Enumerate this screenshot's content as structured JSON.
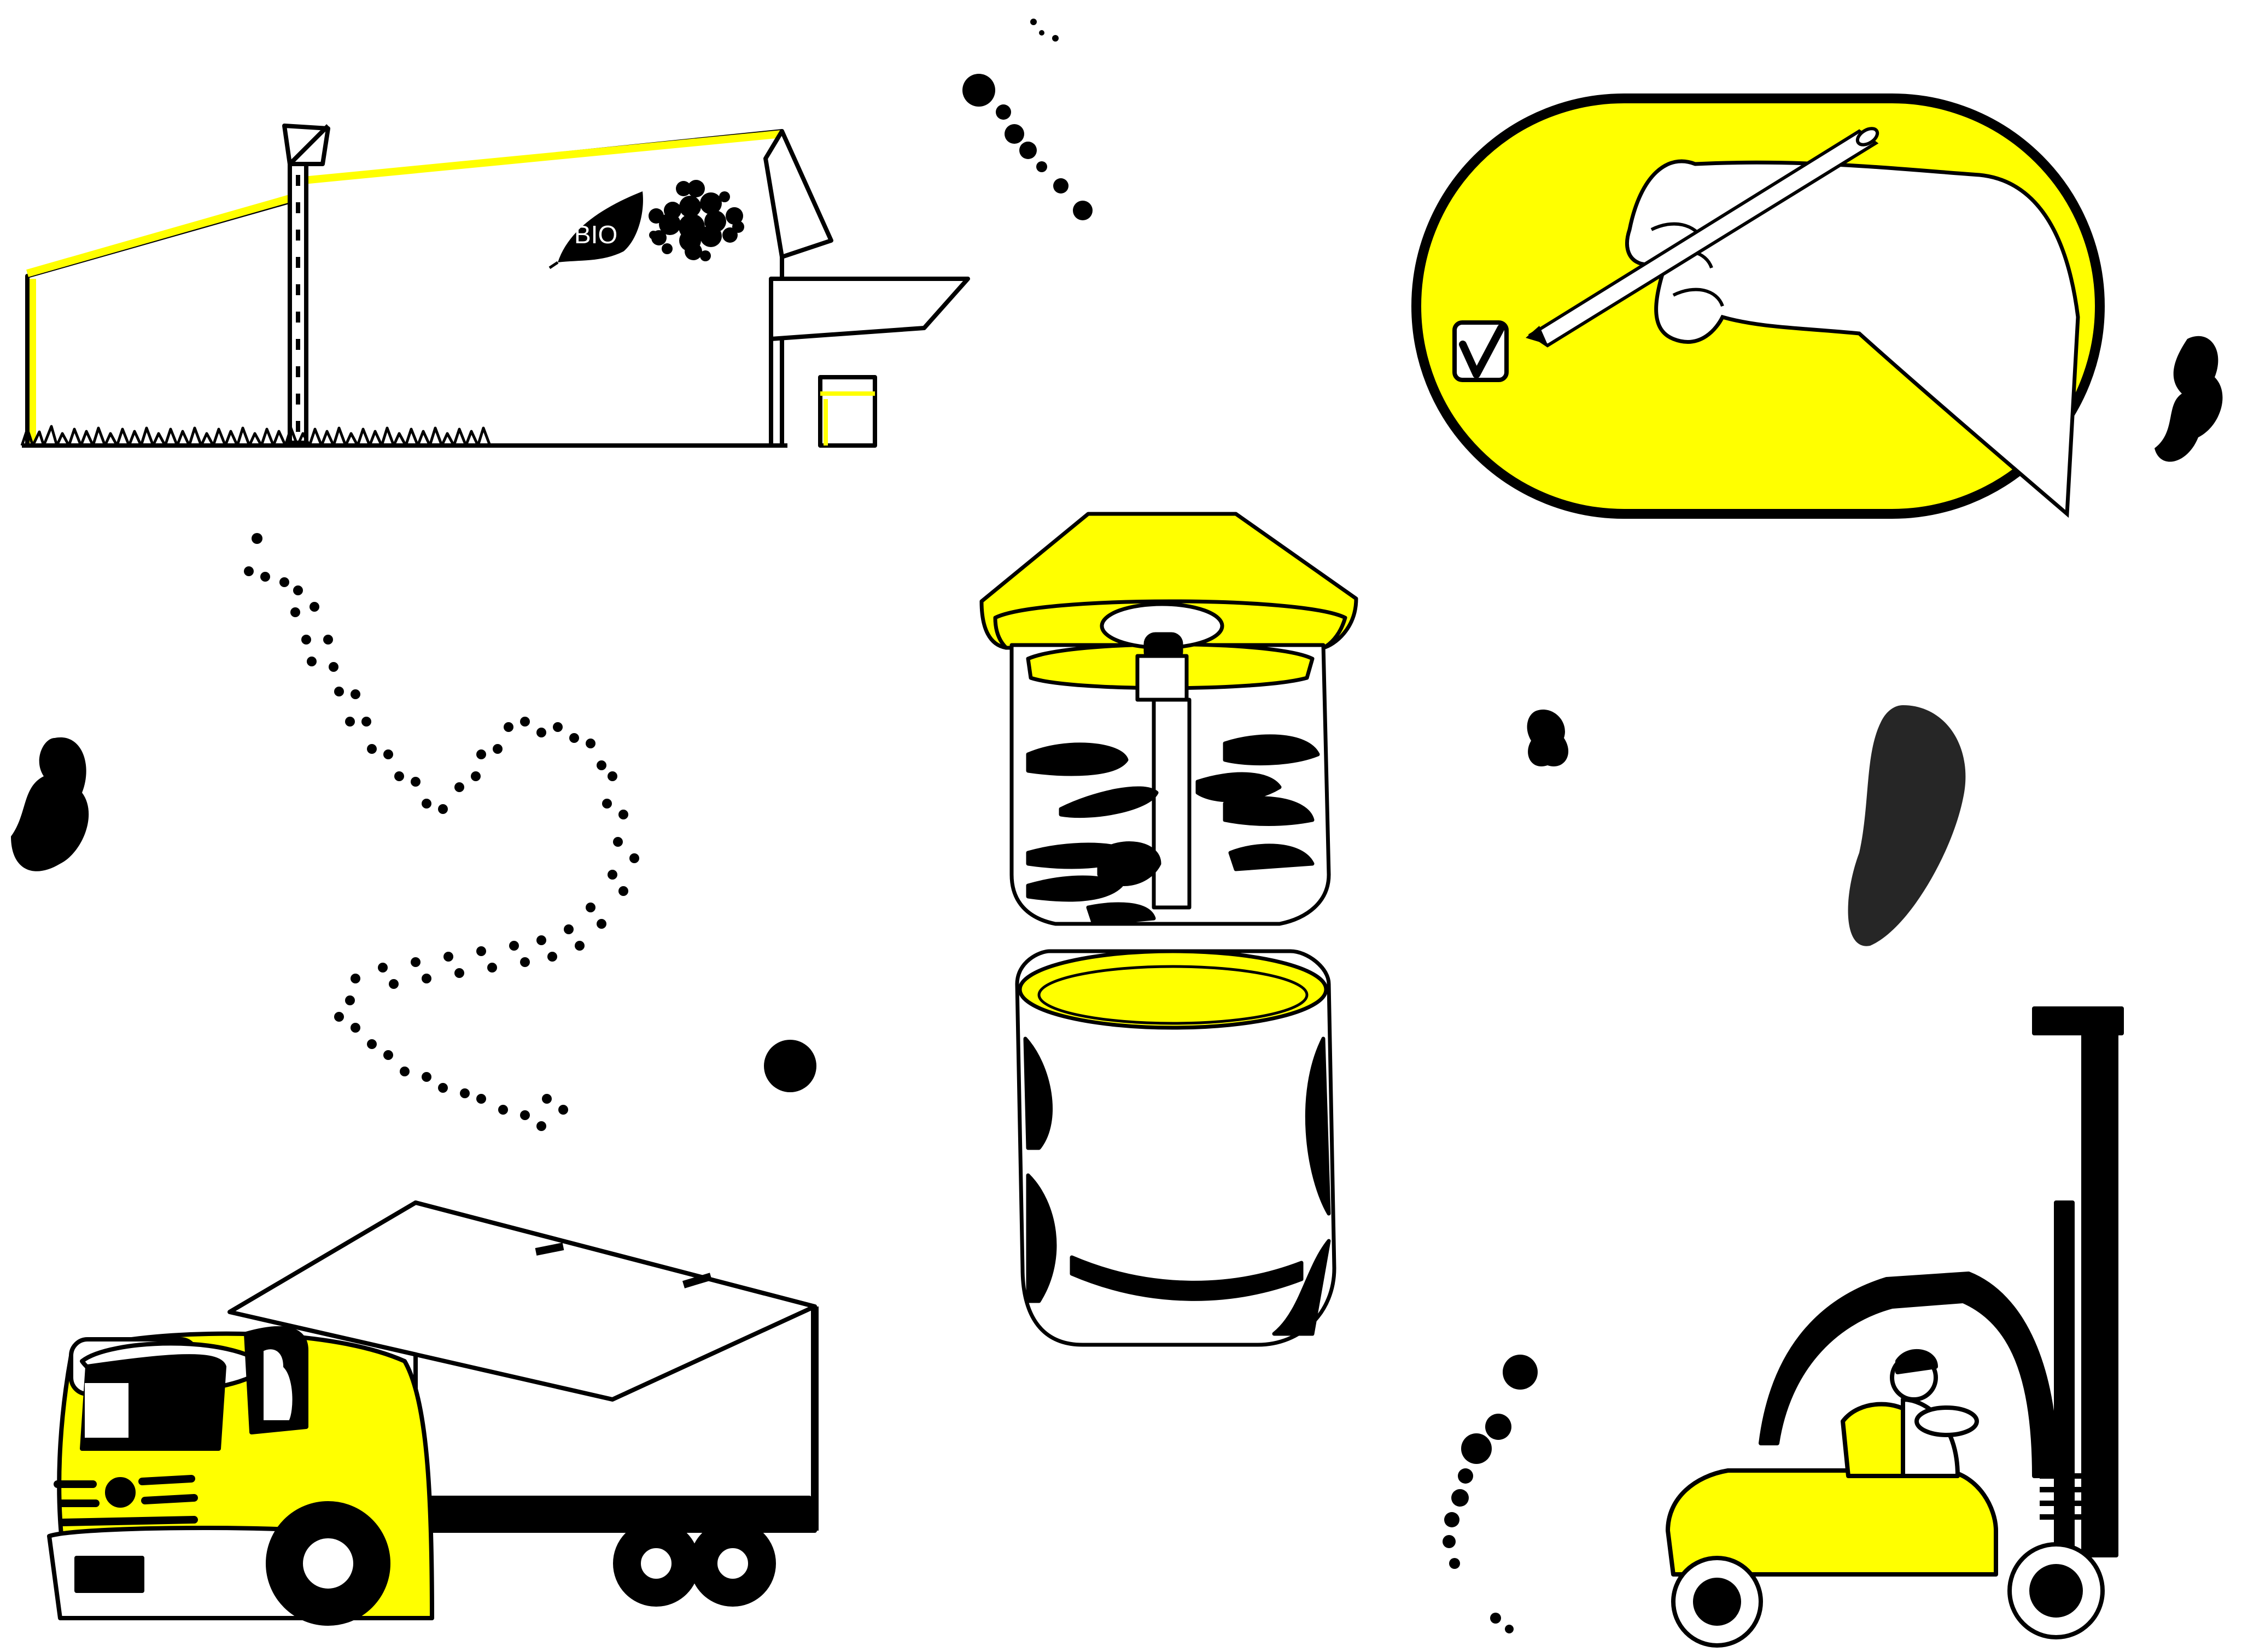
{
  "illustration": {
    "colors": {
      "accent": "#FFFF00",
      "ink": "#000000",
      "background": "#FFFFFF"
    },
    "building": {
      "logo_text": "BIO"
    },
    "scenes": [
      {
        "name": "factory-building"
      },
      {
        "name": "hand-checking-box"
      },
      {
        "name": "mixing-tank"
      },
      {
        "name": "delivery-truck"
      },
      {
        "name": "forklift"
      }
    ]
  }
}
